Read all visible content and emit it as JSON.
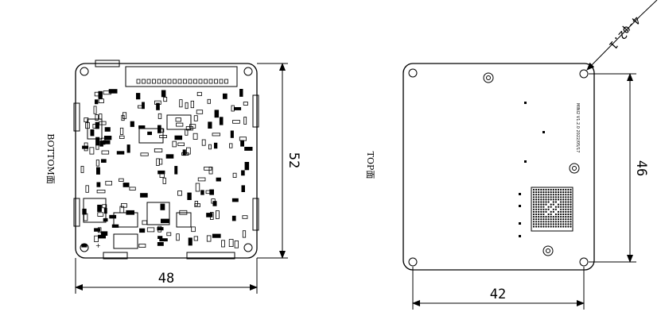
{
  "bottom_view": {
    "label": "BOTTOM面",
    "width_label": "48",
    "height_label": "52",
    "silkscreen_text": "+"
  },
  "top_view": {
    "label": "TOP面",
    "width_label": "42",
    "height_label": "46",
    "hole_callout": "4-φ2.1",
    "silkscreen_text": "MINI2 V1.2.0 2022/05/17"
  }
}
